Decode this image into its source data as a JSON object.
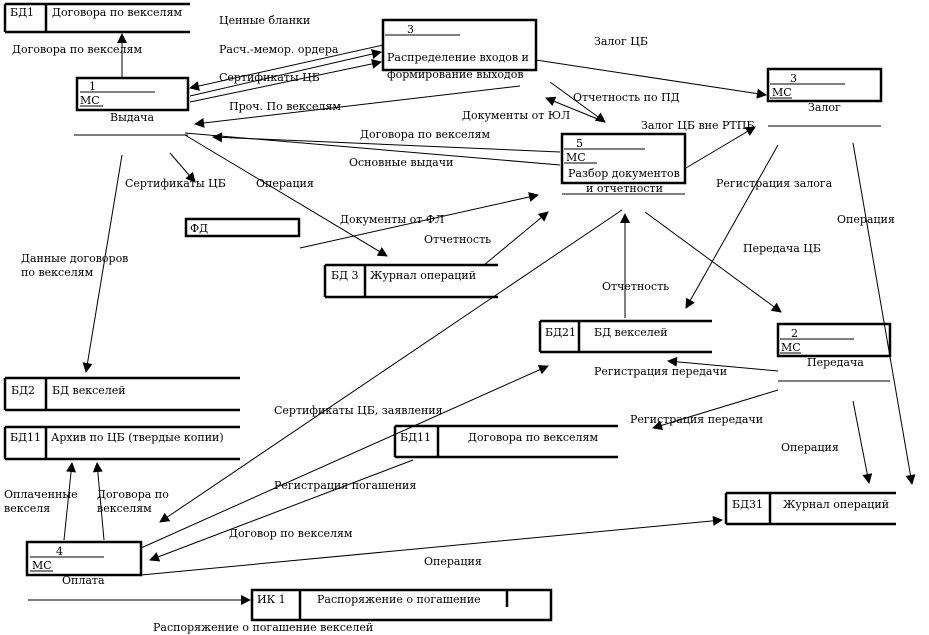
{
  "processes": {
    "p1": {
      "num": "1",
      "mc": "МС",
      "name": "Выдача"
    },
    "p2": {
      "num": "2",
      "mc": "МС",
      "name": "Передача"
    },
    "p3a": {
      "num": "3",
      "name_line1": "Распределение входов и",
      "name_line2": "формирование выходов"
    },
    "p3b": {
      "num": "3",
      "mc": "МС",
      "name": "Залог"
    },
    "p4": {
      "num": "4",
      "mc": "МС",
      "name": "Оплата"
    },
    "p5": {
      "num": "5",
      "mc": "МС",
      "name_line1": "Разбор документов",
      "name_line2": "и отчетности"
    }
  },
  "stores": {
    "bd1": {
      "id": "БД1",
      "name": "Договора по векселям"
    },
    "fd": {
      "id": "ФД",
      "name": ""
    },
    "bd3": {
      "id": "БД 3",
      "name": "Журнал операций"
    },
    "bd21": {
      "id": "БД21",
      "name": "БД векселей"
    },
    "bd2": {
      "id": "БД2",
      "name": "БД векселей"
    },
    "bd11a": {
      "id": "БД11",
      "name": "Архив по ЦБ (твердые копии)"
    },
    "bd11b": {
      "id": "БД11",
      "name": "Договора по векселям"
    },
    "bd31": {
      "id": "БД31",
      "name": "Журнал операций"
    },
    "ik1": {
      "id": "ИК 1",
      "name": "Распоряжение о погашение"
    }
  },
  "flows": {
    "tsennye_blanki": "Ценные бланки",
    "dogovora_1": "Договора по векселям",
    "rasch_memor": "Расч.-мемор. ордера",
    "sertifikaty_1": "Сертификаты ЦБ",
    "proch": "Проч. По векселям",
    "zalog_cb": "Залог ЦБ",
    "otchetnost_pd": "Отчетность по ПД",
    "dokumenty_yul": "Документы от ЮЛ",
    "zalog_vne": "Залог ЦБ вне РТПБ",
    "dogovora_2": "Договора по векселям",
    "osnovnye": "Основные выдачи",
    "sertifikaty_2": "Сертификаты ЦБ",
    "operatsiya_1": "Операция",
    "registratsiya_zaloga": "Регистрация залога",
    "operatsiya_2": "Операция",
    "dokumenty_fl": "Документы от ФЛ",
    "otchetnost_1": "Отчетность",
    "dannye_1": "Данные договоров",
    "dannye_2": "по векселям",
    "peredacha_cb": "Передача ЦБ",
    "otchetnost_2": "Отчетность",
    "registratsiya_peredachi_1": "Регистрация передачи",
    "sertifikaty_zayavleniya": "Сертификаты ЦБ, заявления",
    "registratsiya_peredachi_2": "Регистрация передачи",
    "operatsiya_3": "Операция",
    "oplachennye_1": "Оплаченные",
    "oplachennye_2": "векселя",
    "dogovora_po_1": "Договора по",
    "dogovora_po_2": "векселям",
    "registratsiya_pogasheniya": "Регистрация погашения",
    "dogovor_po": "Договор по векселям",
    "operatsiya_4": "Операция",
    "rasporyazhenie": "Распоряжение о погашение векселей"
  }
}
